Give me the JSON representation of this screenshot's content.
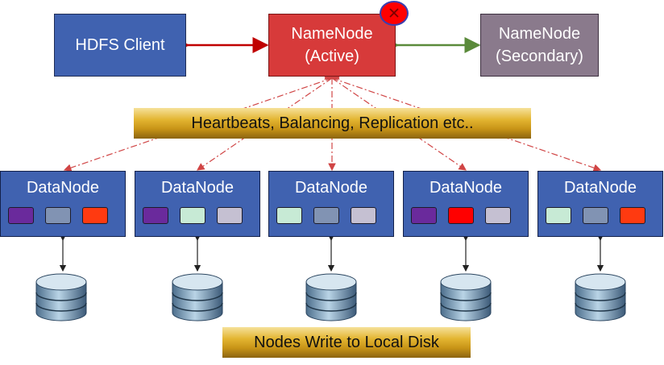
{
  "client": {
    "label": "HDFS Client"
  },
  "namenode_active": {
    "line1": "NameNode",
    "line2": "(Active)"
  },
  "namenode_secondary": {
    "line1": "NameNode",
    "line2": "(Secondary)"
  },
  "heartbeat_banner": "Heartbeats, Balancing, Replication etc..",
  "disk_banner": "Nodes Write to Local Disk",
  "datanodes": [
    {
      "label": "DataNode",
      "blocks": [
        "#6a2a9c",
        "#8193b3",
        "#ff3a10"
      ]
    },
    {
      "label": "DataNode",
      "blocks": [
        "#6a2a9c",
        "#c7ead5",
        "#c5c0d2"
      ]
    },
    {
      "label": "DataNode",
      "blocks": [
        "#c7ead5",
        "#8193b3",
        "#c5c0d2"
      ]
    },
    {
      "label": "DataNode",
      "blocks": [
        "#6a2a9c",
        "#ff0000",
        "#c5c0d2"
      ]
    },
    {
      "label": "DataNode",
      "blocks": [
        "#c7ead5",
        "#8193b3",
        "#ff3a10"
      ]
    }
  ],
  "colors": {
    "client_link": "#c00000",
    "secondary_link": "#5a8a3a",
    "control_lines": "#d04545",
    "box_blue": "#4062b0",
    "active_red": "#d73a3a",
    "secondary_gray": "#8a7a8c"
  }
}
